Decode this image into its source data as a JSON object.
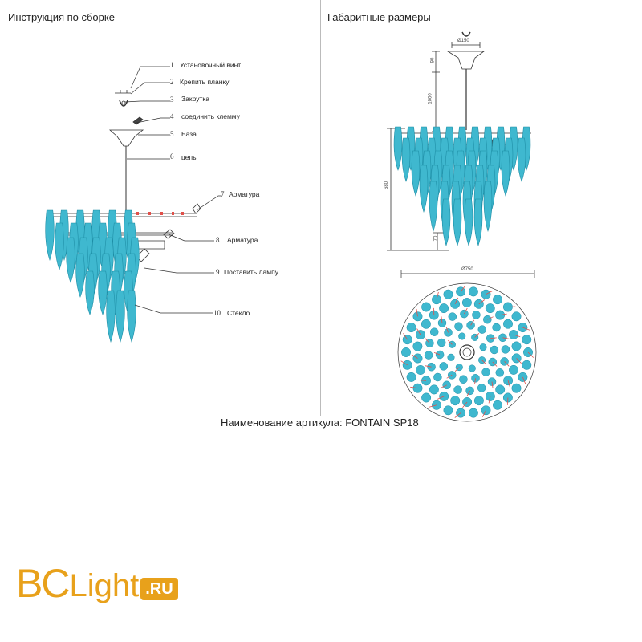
{
  "headers": {
    "left": "Инструкция по сборке",
    "right": "Габаритные размеры"
  },
  "callouts": [
    {
      "num": "1",
      "label": "Установочный винт"
    },
    {
      "num": "2",
      "label": "Крепить планку"
    },
    {
      "num": "3",
      "label": "Закрутка"
    },
    {
      "num": "4",
      "label": "соединить клемму"
    },
    {
      "num": "5",
      "label": "База"
    },
    {
      "num": "6",
      "label": "цепь"
    },
    {
      "num": "7",
      "label": "Арматура"
    },
    {
      "num": "8",
      "label": "Арматура"
    },
    {
      "num": "9",
      "label": "Поставить лампу"
    },
    {
      "num": "10",
      "label": "Стекло"
    }
  ],
  "dimensions": {
    "base_diameter": "Ø150",
    "top_gap": "90",
    "chain_length": "1000",
    "body_height": "680",
    "bottom_part": "70",
    "overall_diameter": "Ø750"
  },
  "article": "Наименование артикула: FONTAIN SP18",
  "logo": {
    "bc": "BC",
    "light": "Light",
    "ru": ".RU"
  },
  "colors": {
    "glass": "#3fb8cf",
    "glass_dark": "#1e8ea6",
    "accent": "#e8a11b",
    "wire": "#e0504a"
  }
}
